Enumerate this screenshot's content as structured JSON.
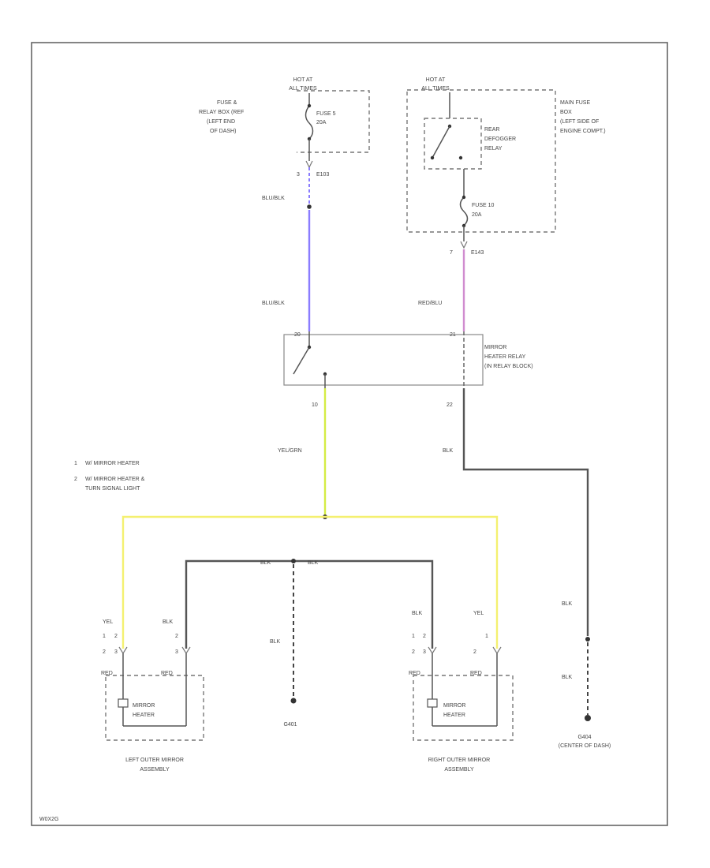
{
  "diagram_id": "W0X2G",
  "colors": {
    "blu_blk": "#8a7cff",
    "red_blu": "#d08ccf",
    "yel_grn": "#d4ec44",
    "yel": "#f4f070",
    "blk": "#555555"
  },
  "fuse_a": {
    "hot_at_line1": "HOT AT",
    "hot_at_line2": "ALL TIMES",
    "location_lines": [
      "FUSE &",
      "RELAY BOX (REF",
      "(LEFT END",
      "OF DASH)"
    ],
    "fuse_lines": [
      "FUSE 5",
      "20A"
    ],
    "pin": "3",
    "connector": "E103"
  },
  "fuse_b": {
    "hot_at_line1": "HOT AT",
    "hot_at_line2": "ALL TIMES",
    "location_lines": [
      "MAIN FUSE",
      "BOX",
      "(LEFT SIDE OF",
      "ENGINE COMPT.)"
    ],
    "relay_lines": [
      "REAR",
      "DEFOGGER",
      "RELAY"
    ],
    "fuse_lines": [
      "FUSE 10",
      "20A"
    ],
    "pin": "7",
    "connector": "E143"
  },
  "wires": {
    "blu_blk_top": "BLU/BLK",
    "blu_blk_mid": "BLU/BLK",
    "red_blu": "RED/BLU",
    "yel_grn": "YEL/GRN",
    "blk_right_top": "BLK",
    "blk_left_h": "BLK",
    "blk_right_h": "BLK",
    "blk_center": "BLK",
    "blk_g404_top": "BLK",
    "blk_g404_bot": "BLK"
  },
  "relay": {
    "lines": [
      "MIRROR",
      "HEATER RELAY",
      "(IN RELAY BLOCK)"
    ],
    "pin_left_top": "20",
    "pin_right_top": "21",
    "pin_left_bot": "10",
    "pin_right_bot": "22"
  },
  "legend": {
    "item1_num": "1",
    "item1_text": "W/ MIRROR HEATER",
    "item2_num": "2",
    "item2_text_line1": "W/ MIRROR HEATER &",
    "item2_text_line2": "TURN SIGNAL LIGHT"
  },
  "left_mirror": {
    "yel_label": "YEL",
    "blk_label": "BLK",
    "red_label": "RED",
    "red_label2": "RED",
    "pin_rows": [
      [
        "1",
        "2"
      ],
      [
        "2",
        "3"
      ]
    ],
    "heater_lines": [
      "MIRROR",
      "HEATER"
    ],
    "caption_lines": [
      "LEFT OUTER MIRROR",
      "ASSEMBLY"
    ]
  },
  "right_mirror": {
    "yel_label": "YEL",
    "blk_label": "BLK",
    "red_label": "RED",
    "red_label2": "RED",
    "pin_rows": [
      [
        "1",
        "2"
      ],
      [
        "2",
        "3"
      ]
    ],
    "heater_lines": [
      "MIRROR",
      "HEATER"
    ],
    "caption_lines": [
      "RIGHT OUTER MIRROR",
      "ASSEMBLY"
    ]
  },
  "grounds": {
    "g401": "G401",
    "g404": "G404",
    "g404_location": "(CENTER OF DASH)"
  }
}
